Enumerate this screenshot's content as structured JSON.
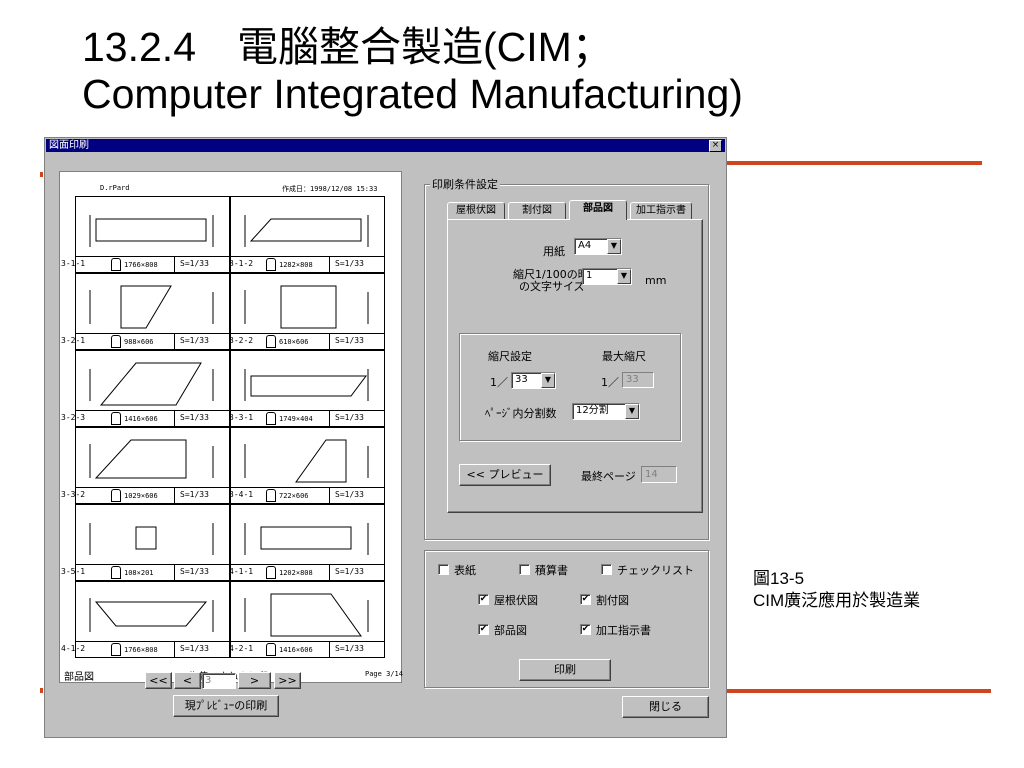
{
  "slide": {
    "title_line1": "13.2.4　電腦整合製造(CIM；",
    "title_line2": "Computer Integrated Manufacturing)",
    "caption_line1": "圖13-5",
    "caption_line2": "CIM廣泛應用於製造業"
  },
  "window": {
    "title": "図面印刷",
    "close_glyph": "×"
  },
  "preview": {
    "header_left": "D.rPard",
    "header_right": "作成日：1998/12/08 15:33",
    "cells": [
      {
        "id": "3-1-1",
        "size": "1766×808",
        "scale": "S=1/33"
      },
      {
        "id": "3-1-2",
        "size": "1282×808",
        "scale": "S=1/33"
      },
      {
        "id": "3-2-1",
        "size": "988×606",
        "scale": "S=1/33"
      },
      {
        "id": "3-2-2",
        "size": "610×606",
        "scale": "S=1/33"
      },
      {
        "id": "3-2-3",
        "size": "1416×606",
        "scale": "S=1/33"
      },
      {
        "id": "3-3-1",
        "size": "1749×404",
        "scale": "S=1/33"
      },
      {
        "id": "3-3-2",
        "size": "1029×606",
        "scale": "S=1/33"
      },
      {
        "id": "3-4-1",
        "size": "722×606",
        "scale": "S=1/33"
      },
      {
        "id": "3-5-1",
        "size": "108×201",
        "scale": "S=1/33"
      },
      {
        "id": "4-1-1",
        "size": "1202×808",
        "scale": "S=1/33"
      },
      {
        "id": "4-1-2",
        "size": "1766×808",
        "scale": "S=1/33"
      },
      {
        "id": "4-2-1",
        "size": "1416×606",
        "scale": "S=1/33"
      }
    ],
    "footer_left": "部品図",
    "footer_name": "佐藤　さねよし邸",
    "footer_right": "Page 3/14"
  },
  "nav": {
    "first": "<<",
    "prev": "<",
    "page_value": "3",
    "next": ">",
    "last": ">>",
    "print_current": "現ﾌﾟﾚﾋﾞｭｰの印刷"
  },
  "settings": {
    "group_label": "印刷条件設定",
    "tabs": [
      "屋根伏図",
      "割付図",
      "部品図",
      "加工指示書"
    ],
    "active_tab": "部品図",
    "paper_label": "用紙",
    "paper_value": "A4",
    "font_label_1": "縮尺1/100の時",
    "font_label_2": "の文字サイズ",
    "font_value": "1",
    "font_unit": "mm",
    "scale_label": "縮尺設定",
    "max_scale_label": "最大縮尺",
    "scale_prefix": "1／",
    "scale_value": "33",
    "max_prefix": "1／",
    "max_value": "33",
    "split_label": "ﾍﾟｰｼﾞ内分割数",
    "split_value": "12分割",
    "preview_button": "<< プレビュー",
    "last_page_label": "最終ページ",
    "last_page_value": "14"
  },
  "output": {
    "checkboxes": [
      {
        "label": "表紙",
        "checked": false
      },
      {
        "label": "積算書",
        "checked": false
      },
      {
        "label": "チェックリスト",
        "checked": false
      },
      {
        "label": "屋根伏図",
        "checked": true
      },
      {
        "label": "割付図",
        "checked": true
      },
      {
        "label": "部品図",
        "checked": true
      },
      {
        "label": "加工指示書",
        "checked": true
      }
    ],
    "print_button": "印刷",
    "close_button": "閉じる"
  },
  "colors": {
    "accent_line": "#d0451b",
    "titlebar": "#000080",
    "face": "#c0c0c0"
  }
}
